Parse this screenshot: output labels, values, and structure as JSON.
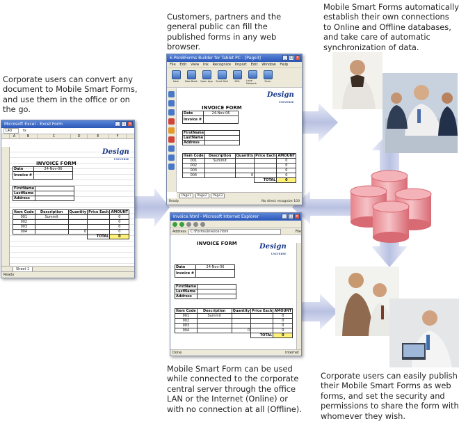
{
  "captions": {
    "left": "Corporate users can convert any document to Mobile Smart Forms, and use them in the office or on the go.",
    "top": "Customers, partners and the general public can fill the published forms in any web browser.",
    "top_right": "Mobile Smart Forms automatically establish their own connections to Online and Offline databases, and take care of automatic synchronization of data.",
    "bottom": "Mobile Smart Form can be used while connected to the corporate central server through the office LAN or the Internet (Online) or with no connection at all (Offline).",
    "bottom_right": "Corporate users can easily publish their Mobile Smart Forms as web forms, and set the security and permissions to share the form with whomever they wish."
  },
  "form": {
    "title": "INVOICE FORM",
    "date_label": "Date",
    "date_value": "24-Nov-06",
    "invoice_label": "Invoice #",
    "firstname_label": "FirstName",
    "lastname_label": "LastName",
    "address_label": "Address",
    "columns": [
      "Item Code",
      "Description",
      "Quantity",
      "Price Each",
      "AMOUNT"
    ],
    "rows": [
      {
        "code": "001",
        "desc": "Summit",
        "qty": "",
        "price": "",
        "amount": "0"
      },
      {
        "code": "002",
        "desc": "",
        "qty": "",
        "price": "",
        "amount": "0"
      },
      {
        "code": "003",
        "desc": "",
        "qty": "",
        "price": "",
        "amount": "0"
      },
      {
        "code": "004",
        "desc": "",
        "qty": "0",
        "price": "",
        "amount": "0"
      }
    ],
    "total_label": "TOTAL",
    "total_value": "0"
  },
  "logo": {
    "word": "Design",
    "sub": "UNIVERSE"
  },
  "excel": {
    "title": "Microsoft Excel - Excel Form",
    "cell_ref": "L40",
    "fx": "fx",
    "columns": [
      "A",
      "B",
      "C",
      "D",
      "E",
      "F"
    ],
    "sheet_tab": "Sheet 1",
    "status": "Ready"
  },
  "tablet": {
    "title": "E-PenBForms Builder for Tablet PC - [Page3]",
    "menu": [
      "File",
      "Edit",
      "View",
      "Ink",
      "Recognize",
      "Import",
      "Edit",
      "Window",
      "Help"
    ],
    "tools": [
      "New",
      "New Book",
      "Open App",
      "Send Mail",
      "XML",
      "Local Network",
      "Form"
    ],
    "pages": [
      "Page1",
      "Page2",
      "Page3"
    ],
    "status_left": "Ready",
    "status_right": "No direct recognize  100"
  },
  "ie": {
    "title": "Invoice.html - Microsoft Internet Explorer",
    "menu_file": "File",
    "address_label": "Address",
    "address": "C:\\Forms\\invoice.html",
    "status_left": "Done",
    "status_right": "Internet"
  },
  "colors": {
    "arrow": "#c9cfe8",
    "db": "#e8868e",
    "total_cell": "#fff17a",
    "titlebar": "#2b57b8"
  }
}
